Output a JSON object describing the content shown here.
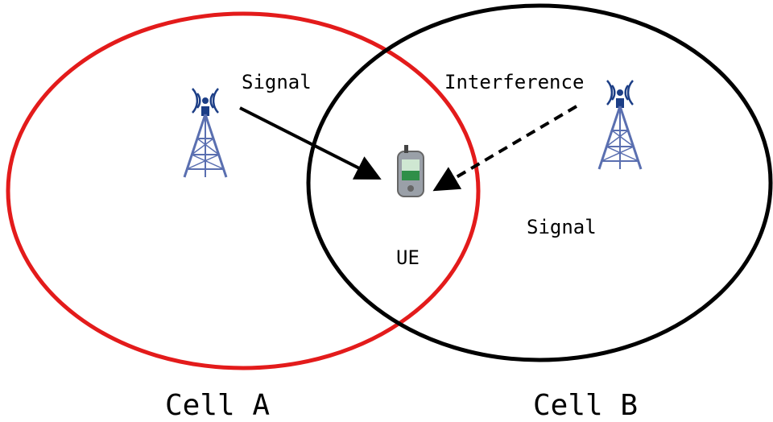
{
  "labels": {
    "signal_a": "Signal",
    "interference": "Interference",
    "signal_b": "Signal",
    "ue": "UE",
    "cell_a": "Cell A",
    "cell_b": "Cell B"
  },
  "colors": {
    "cell_a_border": "#e31b1b",
    "cell_b_border": "#000000",
    "tower": "#5a6fb0",
    "tower_antenna": "#1c3e86",
    "phone_body": "#9aa0a8",
    "phone_screen": "#2f8f48"
  },
  "icons": {
    "tower_a": "cell-tower-icon",
    "tower_b": "cell-tower-icon",
    "ue": "mobile-phone-icon"
  }
}
